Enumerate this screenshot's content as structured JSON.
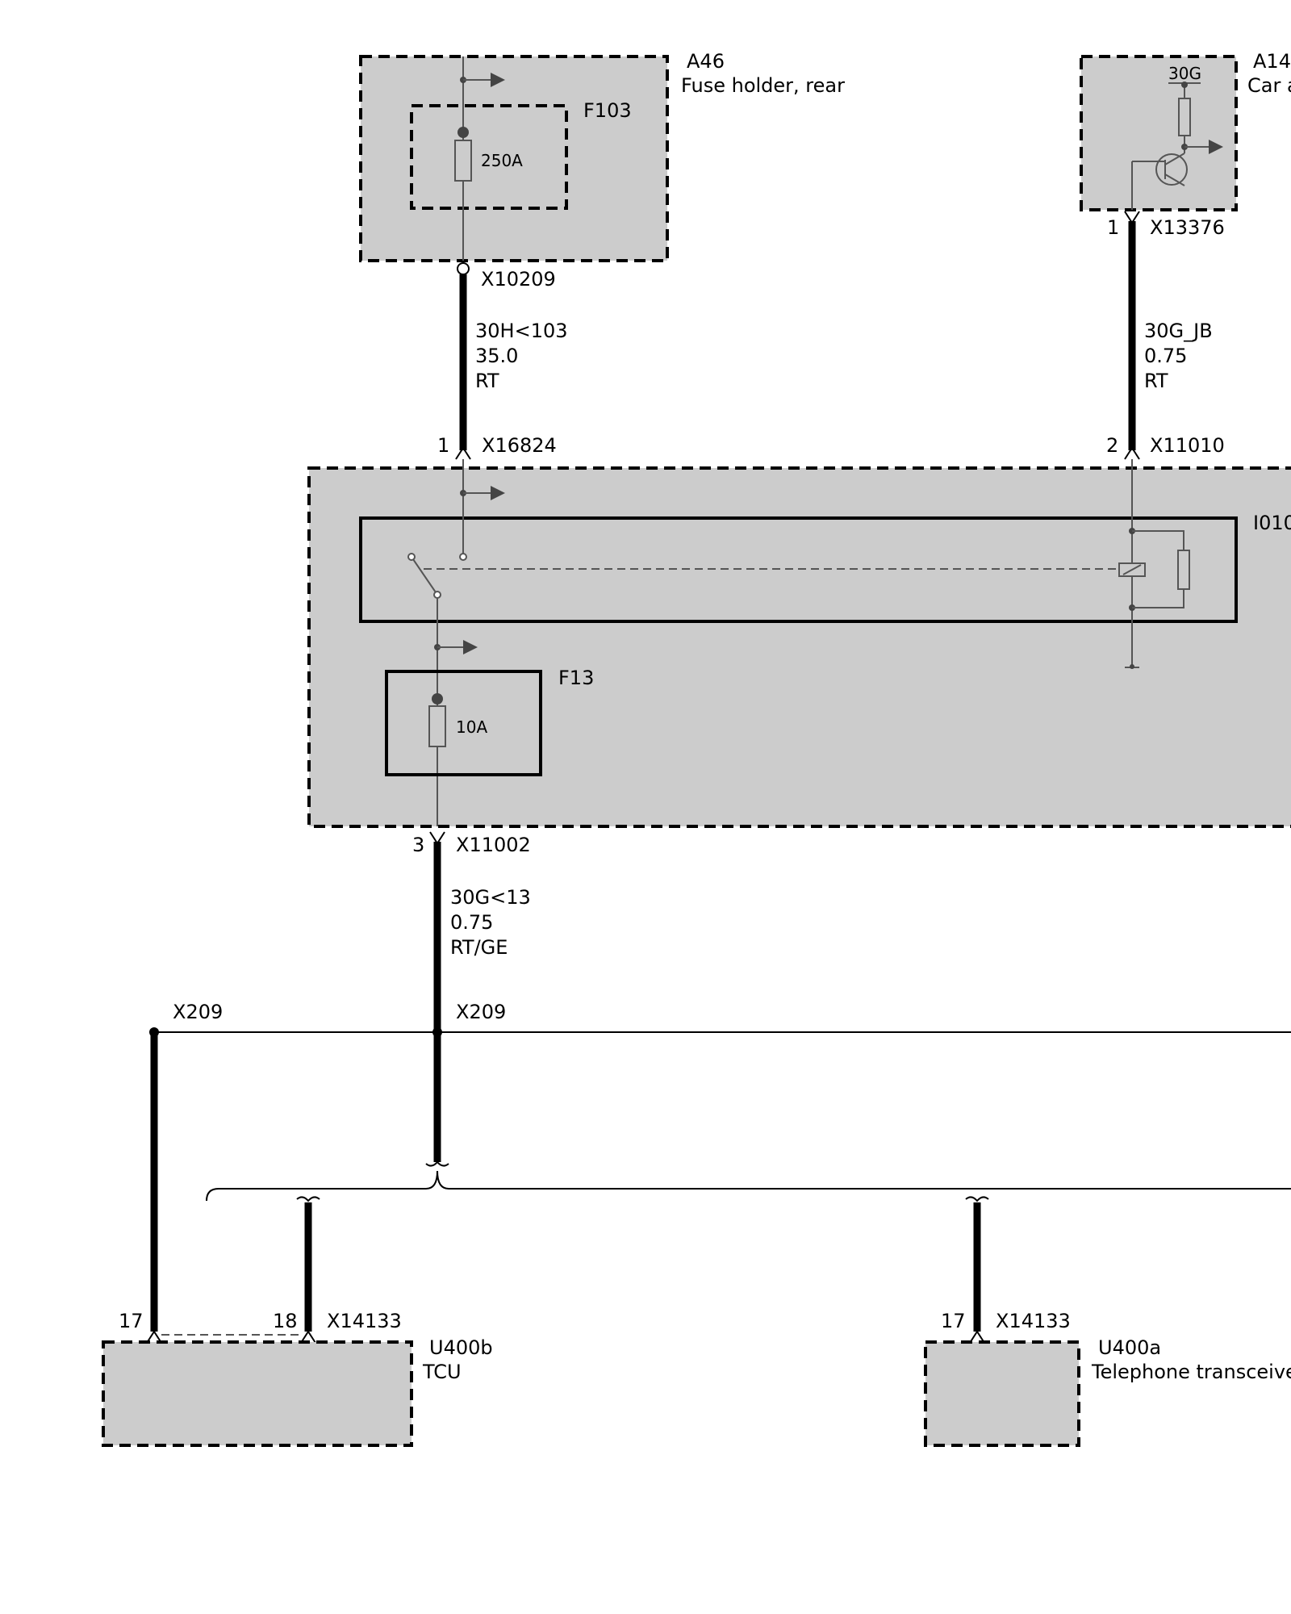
{
  "components": {
    "a46": {
      "id": "A46",
      "name": "Fuse holder, rear"
    },
    "f103": {
      "id": "F103",
      "rating": "250A"
    },
    "a14": {
      "id": "A14",
      "name": "Car a",
      "terminal": "30G"
    },
    "i010": {
      "id": "I010"
    },
    "f13": {
      "id": "F13",
      "rating": "10A"
    },
    "u400b": {
      "id": "U400b",
      "name": "TCU"
    },
    "u400a": {
      "id": "U400a",
      "name": "Telephone transceive"
    }
  },
  "connectors": {
    "x10209": "X10209",
    "x13376": {
      "id": "X13376",
      "pin": "1"
    },
    "x16824": {
      "id": "X16824",
      "pin": "1"
    },
    "x11010": {
      "id": "X11010",
      "pin": "2"
    },
    "x11002": {
      "id": "X11002",
      "pin": "3"
    },
    "x209_left": "X209",
    "x209_mid": "X209",
    "x14133_b": {
      "id": "X14133",
      "pin_a": "17",
      "pin_b": "18"
    },
    "x14133_a": {
      "id": "X14133",
      "pin": "17"
    }
  },
  "wires": {
    "w1": {
      "signal": "30H<103",
      "gauge": "35.0",
      "color": "RT"
    },
    "w2": {
      "signal": "30G_JB",
      "gauge": "0.75",
      "color": "RT"
    },
    "w3": {
      "signal": "30G<13",
      "gauge": "0.75",
      "color": "RT/GE"
    }
  }
}
